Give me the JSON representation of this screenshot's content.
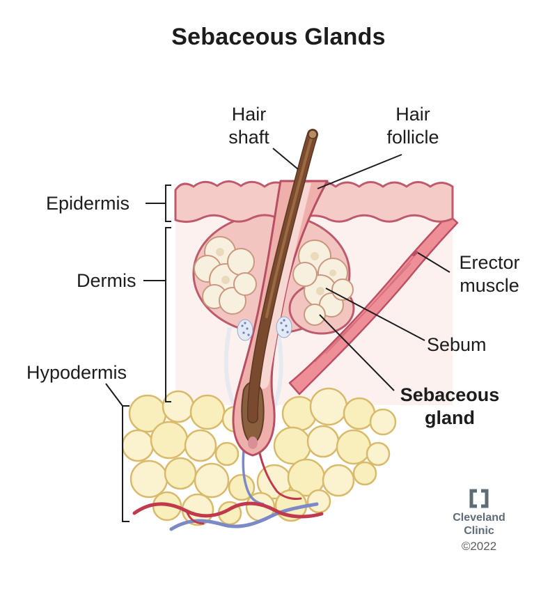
{
  "title": "Sebaceous Glands",
  "labels": {
    "hair_shaft": {
      "line1": "Hair",
      "line2": "shaft"
    },
    "hair_follicle": {
      "line1": "Hair",
      "line2": "follicle"
    },
    "epidermis": "Epidermis",
    "dermis": "Dermis",
    "hypodermis": "Hypodermis",
    "erector_muscle": {
      "line1": "Erector",
      "line2": "muscle"
    },
    "sebum": "Sebum",
    "sebaceous_gland": {
      "line1": "Sebaceous",
      "line2": "gland"
    }
  },
  "credit": {
    "brand_line1": "Cleveland",
    "brand_line2": "Clinic",
    "year": "©2022"
  },
  "colors": {
    "background": "#ffffff",
    "text": "#1c1c1c",
    "credit_gray": "#5f6b76",
    "skin_outline": "#bf5a6d",
    "epidermis_fill": "#f4cbc7",
    "dermis_fill": "#fcf1ee",
    "gland_fill": "#f8f0de",
    "hair_brown": "#7a4a2e",
    "muscle_fill": "#ee8f98",
    "fat_fill": "#f9efbd",
    "fat_outline": "#d9ba6b",
    "artery_red": "#c0394c",
    "vein_blue": "#7b89c7"
  }
}
